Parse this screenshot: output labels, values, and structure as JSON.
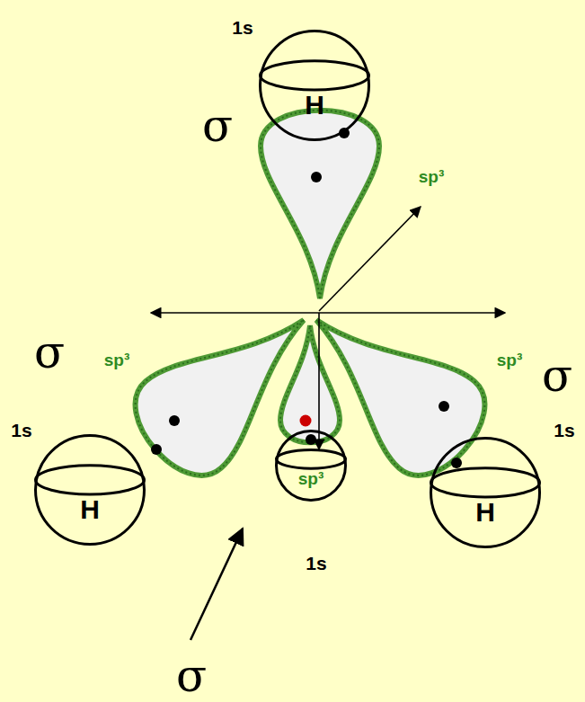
{
  "diagram": {
    "nodes": [
      {
        "text": [
          "H"
        ]
      },
      {
        "text": [
          "H"
        ]
      },
      {
        "text": [
          "sp³"
        ]
      },
      {
        "text": [
          "H"
        ]
      }
    ],
    "labels": [
      "1s",
      "σ",
      "sp³",
      "σ",
      "sp³",
      "1s",
      "sp³",
      "σ",
      "1s",
      "1s",
      "σ"
    ]
  }
}
